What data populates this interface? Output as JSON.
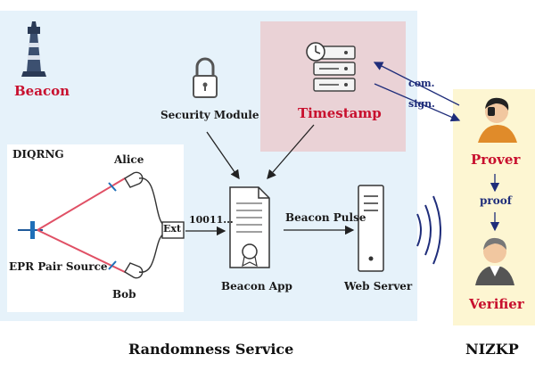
{
  "labels": {
    "beacon": "Beacon",
    "timestamp": "Timestamp",
    "security_module": "Security Module",
    "diqrng": "DIQRNG",
    "alice": "Alice",
    "bob": "Bob",
    "epr_source": "EPR Pair Source",
    "ext": "Ext",
    "bits": "10011...",
    "beacon_app": "Beacon App",
    "beacon_pulse": "Beacon Pulse",
    "web_server": "Web Server",
    "com": "com.",
    "sign": "sign.",
    "prover": "Prover",
    "proof": "proof",
    "verifier": "Verifier",
    "randomness_service": "Randomness Service",
    "nizkp": "NIZKP"
  },
  "icons": [
    "lighthouse-icon",
    "padlock-icon",
    "timestamp-server-icon",
    "document-icon",
    "web-server-icon",
    "prover-person-icon",
    "verifier-person-icon",
    "wireless-signal-icon"
  ],
  "colors": {
    "service_bg": "#e6f2fa",
    "timestamp_bg": "#ead2d6",
    "nizkp_bg": "#fdf6d2",
    "red_text": "#c8102e",
    "blue_text": "#1f2d7a",
    "laser": "#e05065"
  }
}
